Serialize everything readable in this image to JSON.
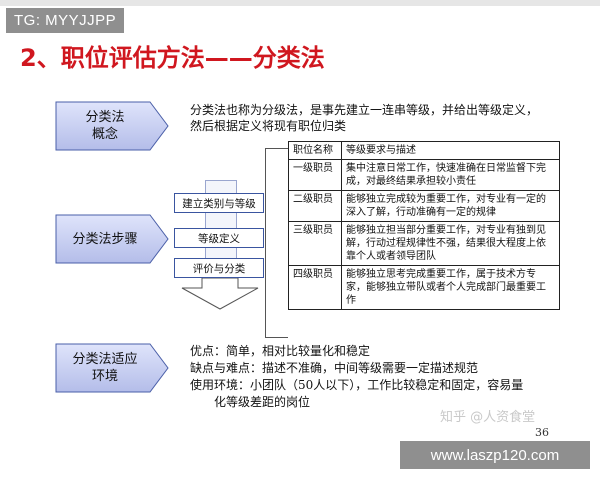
{
  "tag": "TG: MYYJJPP",
  "title": "2、职位评估方法——分类法",
  "concept": {
    "label": "分类法\n概念",
    "desc_line1": "分类法也称为分级法，是事先建立一连串等级，并给出等级定义，",
    "desc_line2": "然后根据定义将现有职位归类"
  },
  "steps": {
    "label": "分类法步骤",
    "items": [
      "建立类别与等级",
      "等级定义",
      "评价与分类"
    ]
  },
  "table": {
    "headers": [
      "职位名称",
      "等级要求与描述"
    ],
    "rows": [
      {
        "name": "一级职员",
        "desc": "集中注意日常工作，快速准确在日常监督下完成，对最终结果承担较小责任"
      },
      {
        "name": "二级职员",
        "desc": "能够独立完成较为重要工作，对专业有一定的深入了解，行动准确有一定的规律"
      },
      {
        "name": "三级职员",
        "desc": "能够独立担当部分重要工作，对专业有独到见解，行动过程规律性不强，结果很大程度上依靠个人或者领导团队"
      },
      {
        "name": "四级职员",
        "desc": "能够独立思考完成重要工作，属于技术方专家，能够独立带队或者个人完成部门最重要工作"
      }
    ]
  },
  "env": {
    "label": "分类法适应\n环境",
    "advantage": "优点：简单，相对比较量化和稳定",
    "disadvantage": "缺点与难点：描述不准确，中间等级需要一定描述规范",
    "usage_line1": "使用环境：小团队（50人以下），工作比较稳定和固定，容易量",
    "usage_line2": "化等级差距的岗位"
  },
  "watermark": "知乎 @人资食堂",
  "page_number": "36",
  "footer_url": "www.laszp120.com",
  "colors": {
    "title": "#d0171f",
    "pentagon_fill": "#c6cdf0",
    "pentagon_stroke": "#4a5fa8",
    "overlay_gray": "#8f8f8f"
  }
}
